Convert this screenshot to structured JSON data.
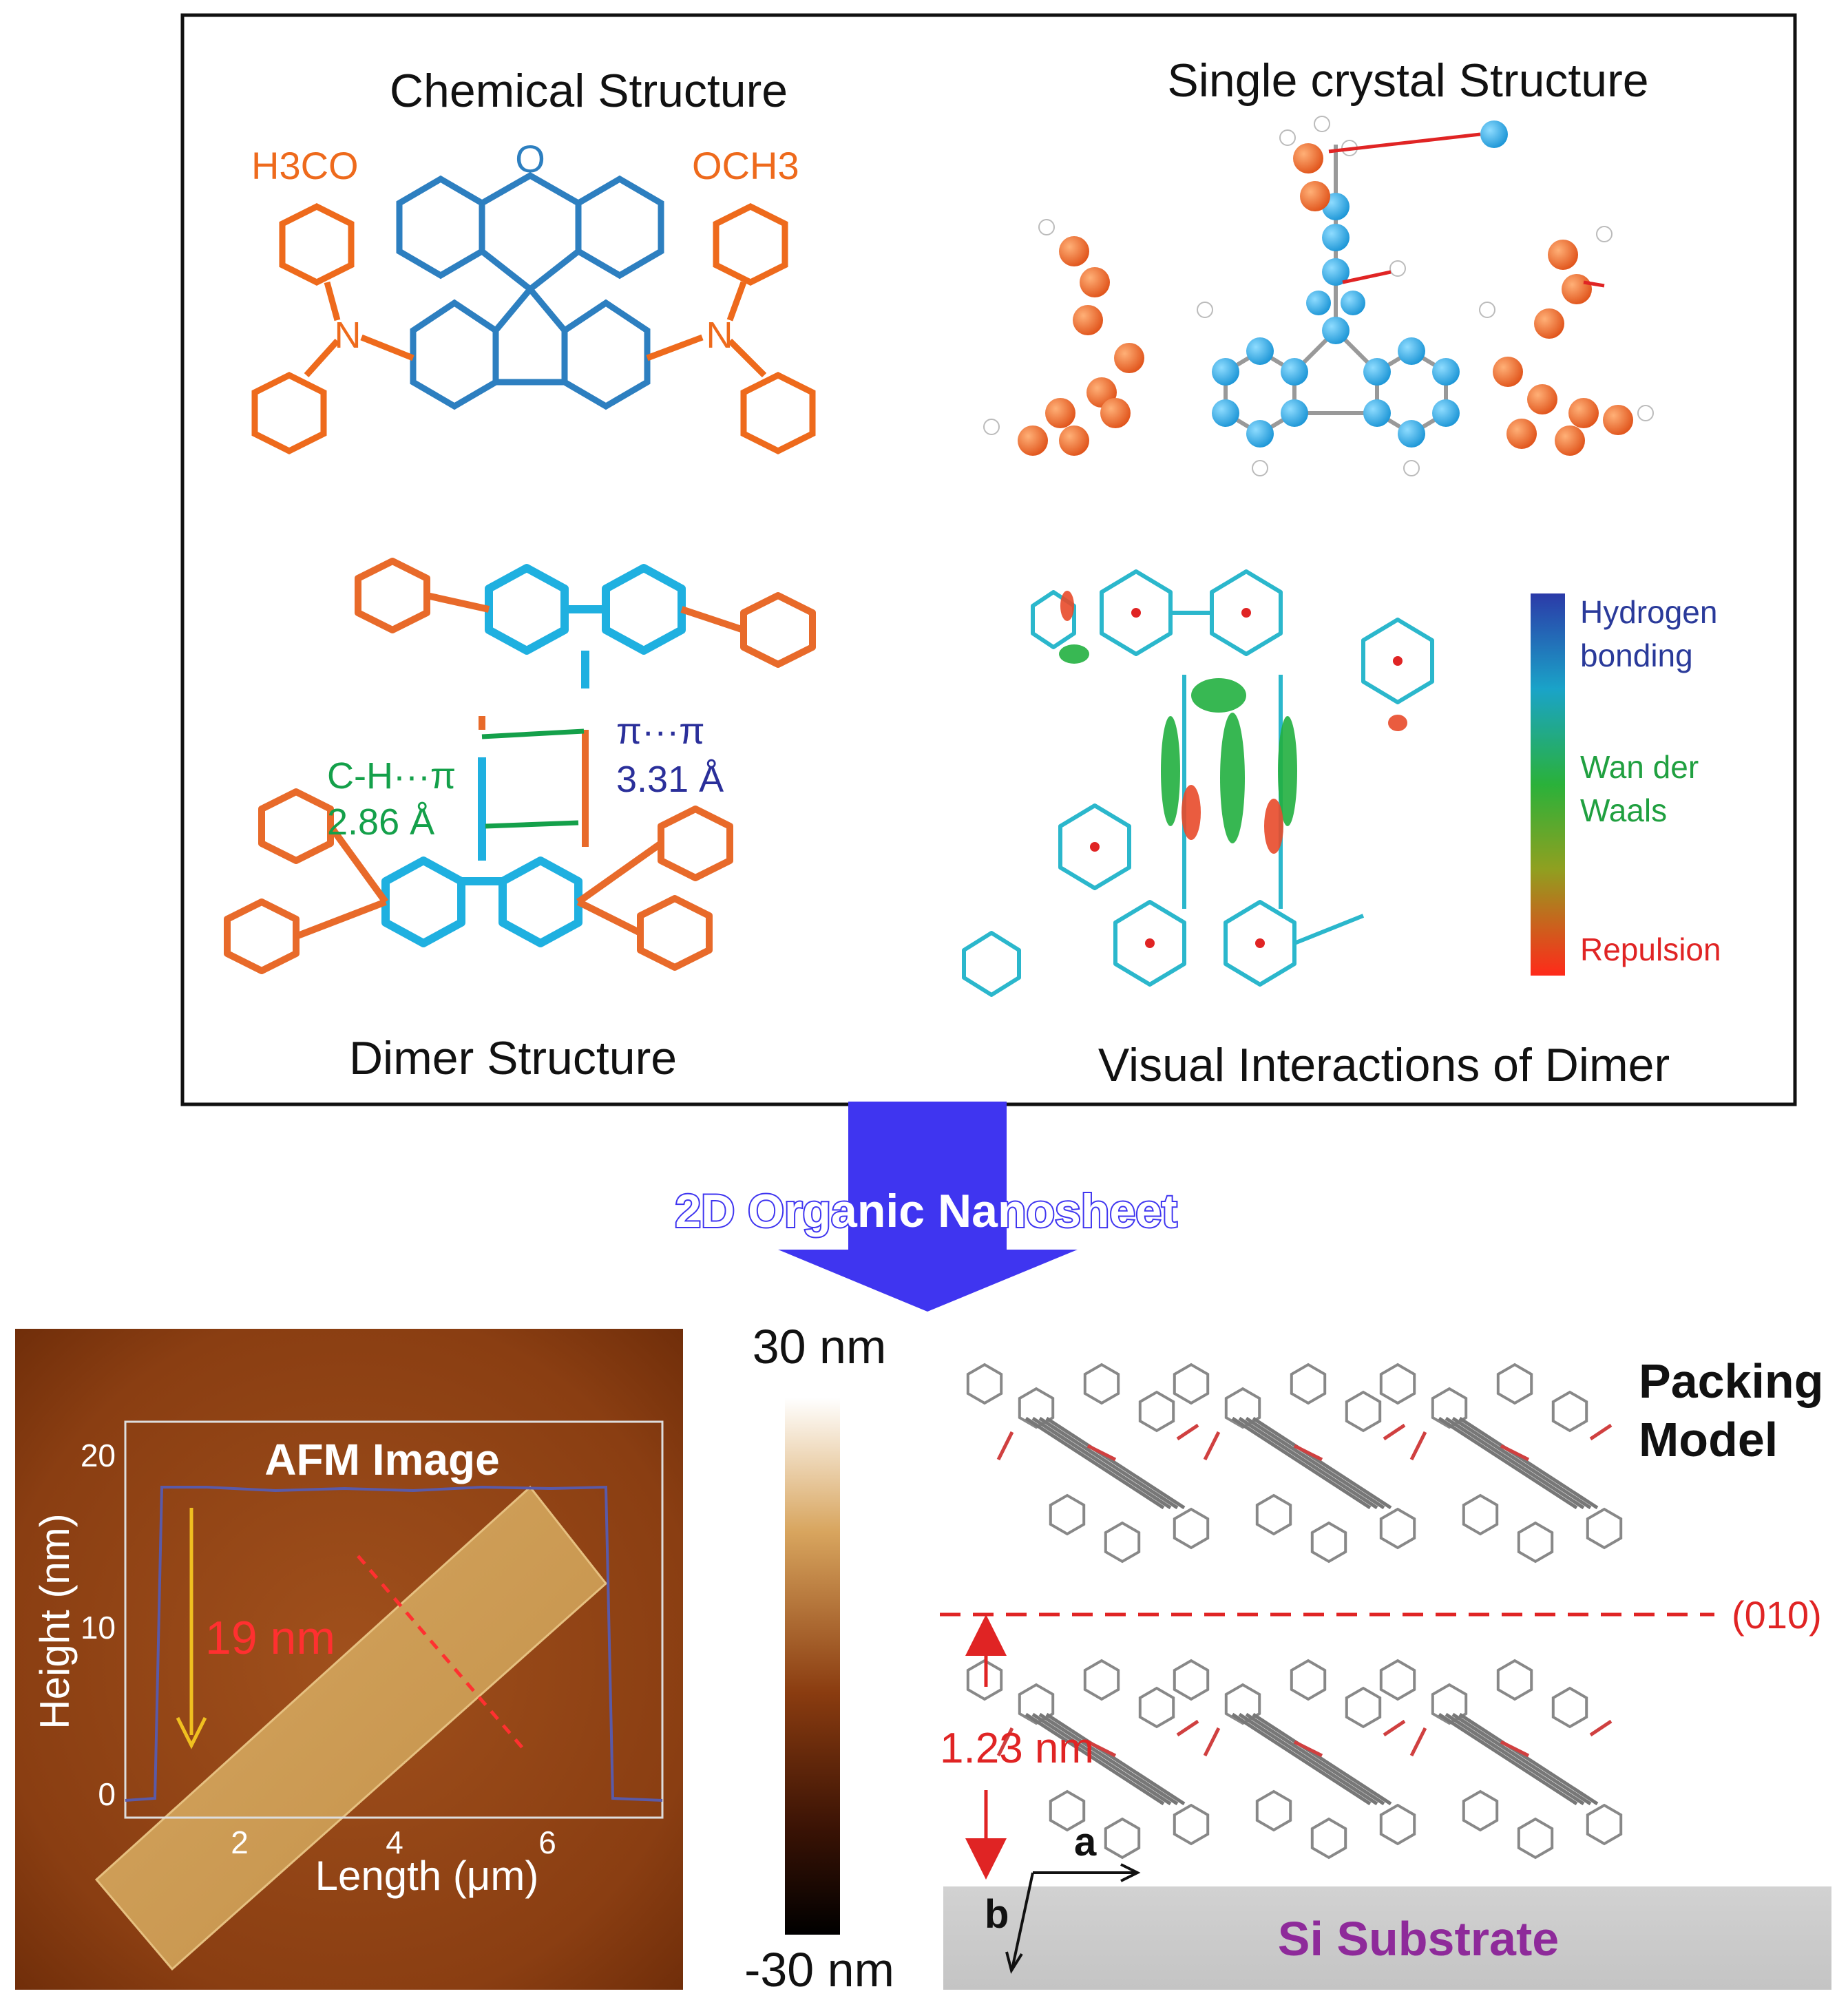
{
  "top_panel": {
    "chemical_structure": {
      "title": "Chemical Structure",
      "groups": {
        "left_methoxy": "H3CO",
        "right_methoxy": "OCH3",
        "oxygen": "O",
        "left_n": "N",
        "right_n": "N"
      }
    },
    "single_crystal": {
      "title": "Single crystal Structure"
    },
    "dimer": {
      "title": "Dimer Structure",
      "ch_pi_label": "C-H···π",
      "ch_pi_distance": "2.86 Å",
      "pi_pi_label": "π···π",
      "pi_pi_distance": "3.31 Å"
    },
    "interactions": {
      "title": "Visual Interactions of Dimer",
      "legend": {
        "hbond_line1": "Hydrogen",
        "hbond_line2": "bonding",
        "vdw_line1": "Wan der",
        "vdw_line2": "Waals",
        "repulsion": "Repulsion"
      }
    }
  },
  "arrow": {
    "label": "2D Organic Nanosheet"
  },
  "afm": {
    "title": "AFM Image",
    "ylabel": "Height (nm)",
    "xlabel": "Length (μm)",
    "yticks": [
      "0",
      "10",
      "20"
    ],
    "xticks": [
      "2",
      "4",
      "6"
    ],
    "height_label": "19 nm"
  },
  "colorbar": {
    "top": "30 nm",
    "bottom": "-30 nm"
  },
  "packing": {
    "title_line1": "Packing",
    "title_line2": "Model",
    "plane": "(010)",
    "spacing": "1.23 nm",
    "axis_a": "a",
    "axis_b": "b",
    "substrate": "Si Substrate"
  },
  "colors": {
    "orange": "#ee6a1c",
    "blue": "#2d7fc0",
    "cyan": "#29a6dc",
    "green": "#14a04a",
    "navy": "#2a2f9a",
    "red_text": "#e02424",
    "arrow_blue": "#3f35f0",
    "purple": "#8e2a9a"
  }
}
